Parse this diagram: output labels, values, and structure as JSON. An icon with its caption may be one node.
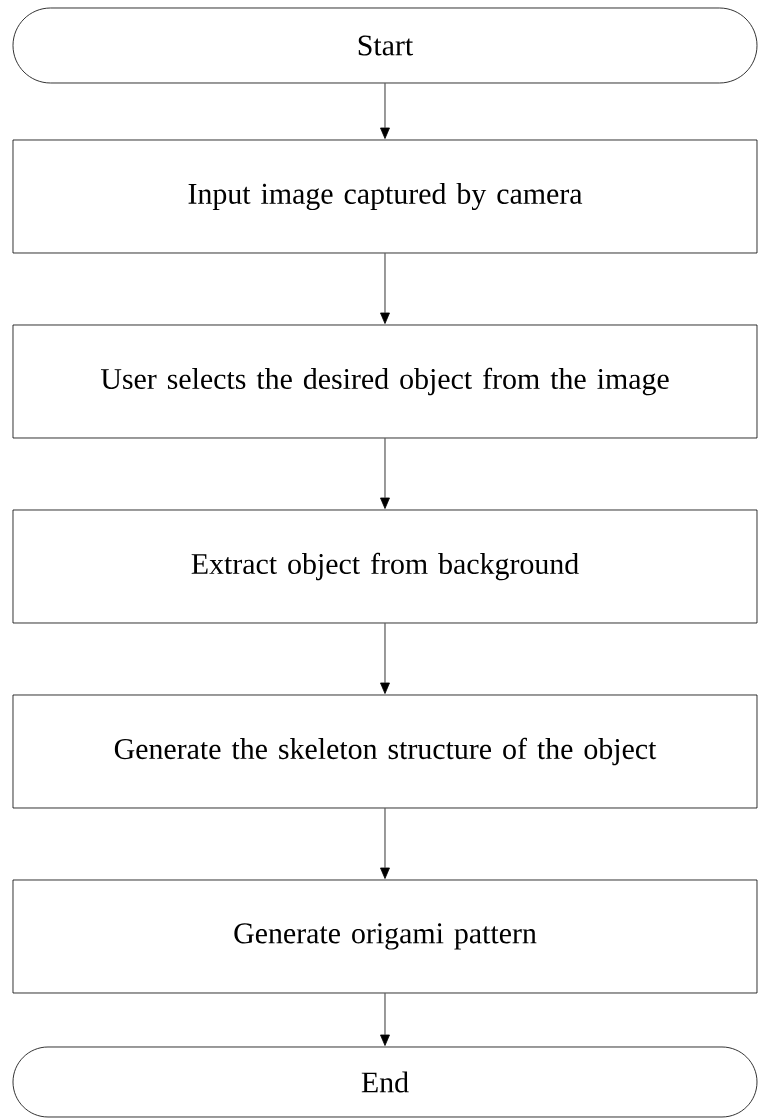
{
  "diagram": {
    "nodes": [
      {
        "text": [
          "Start"
        ]
      },
      {
        "text": [
          "Input image captured by camera"
        ]
      },
      {
        "text": [
          "User selects the desired object from the image"
        ]
      },
      {
        "text": [
          "Extract object from background"
        ]
      },
      {
        "text": [
          "Generate the skeleton structure of the object"
        ]
      },
      {
        "text": [
          "Generate origami pattern"
        ]
      },
      {
        "text": [
          "End"
        ]
      }
    ],
    "edges": [
      {
        "from": 0,
        "to": 1,
        "arrow": "to"
      },
      {
        "from": 1,
        "to": 2,
        "arrow": "to"
      },
      {
        "from": 2,
        "to": 3,
        "arrow": "to"
      },
      {
        "from": 3,
        "to": 4,
        "arrow": "to"
      },
      {
        "from": 4,
        "to": 5,
        "arrow": "to"
      },
      {
        "from": 5,
        "to": 6,
        "arrow": "to"
      }
    ]
  }
}
